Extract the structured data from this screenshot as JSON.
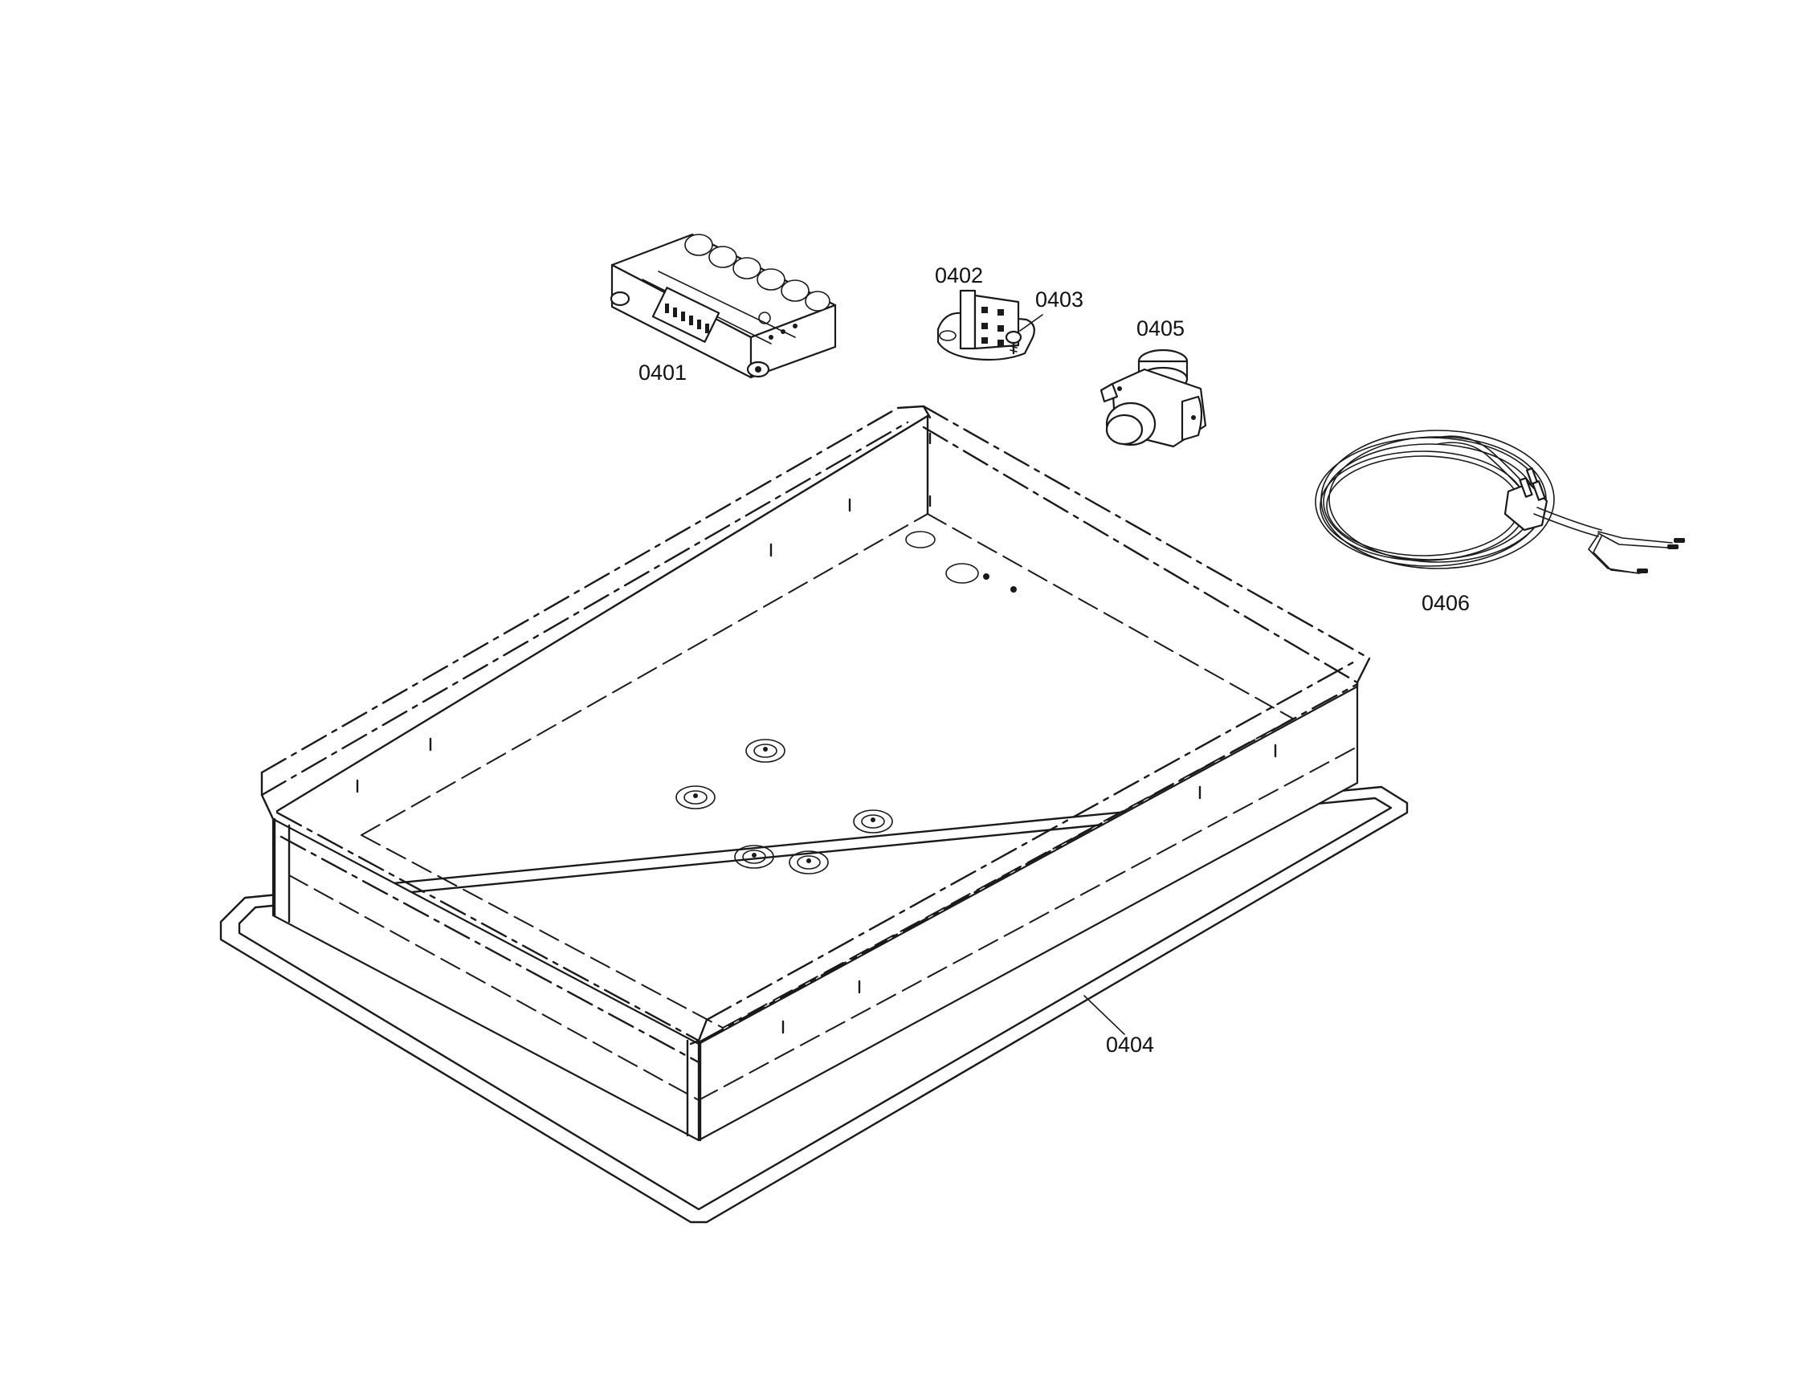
{
  "diagram": {
    "parts": [
      {
        "id": "0401"
      },
      {
        "id": "0402"
      },
      {
        "id": "0403"
      },
      {
        "id": "0404"
      },
      {
        "id": "0405"
      },
      {
        "id": "0406"
      }
    ]
  }
}
